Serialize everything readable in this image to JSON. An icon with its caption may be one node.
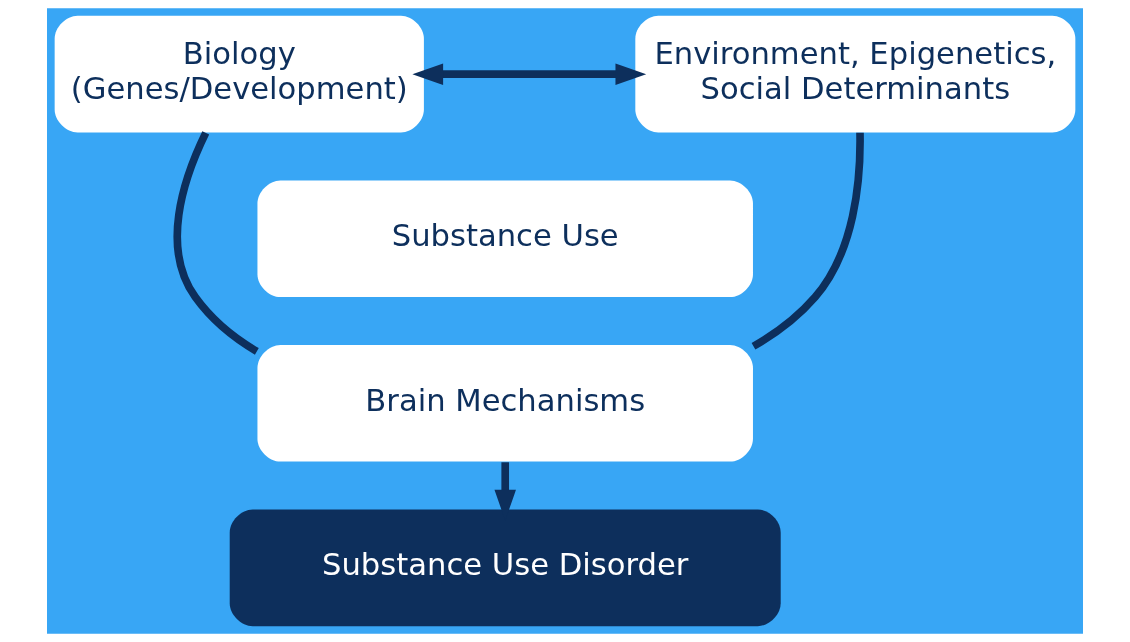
{
  "diagram": {
    "nodes": [
      {
        "text": [
          "Biology (Genes/Development)"
        ]
      },
      {
        "text": [
          "Environment, Epigenetics, Social Determinants"
        ]
      },
      {
        "text": [
          "Substance Use"
        ]
      },
      {
        "text": [
          "Brain Mechanisms"
        ]
      },
      {
        "text": [
          "Substance Use Disorder"
        ]
      }
    ],
    "edges": [
      {
        "from": 0,
        "to": 1,
        "arrow": "both"
      },
      {
        "from": 0,
        "to": 3,
        "arrow": "none"
      },
      {
        "from": 1,
        "to": 3,
        "arrow": "none"
      },
      {
        "from": 3,
        "to": 4,
        "arrow": "to"
      }
    ]
  }
}
